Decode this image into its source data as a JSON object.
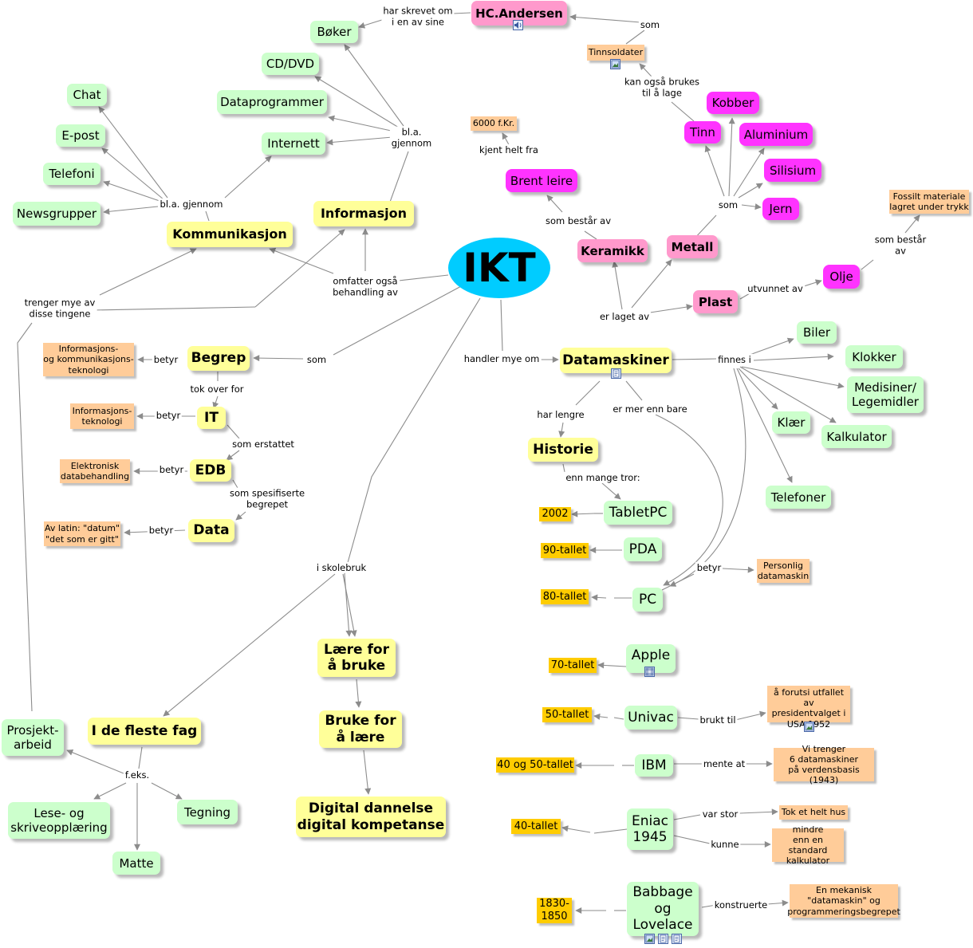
{
  "center": "IKT",
  "nodes": {
    "hc": "HC.Andersen",
    "boker": "Bøker",
    "cddvd": "CD/DVD",
    "dataprog": "Dataprogrammer",
    "internett": "Internett",
    "chat": "Chat",
    "epost": "E-post",
    "telefoni": "Telefoni",
    "newsgrupper": "Newsgrupper",
    "kommunikasjon": "Kommunikasjon",
    "informasjon": "Informasjon",
    "tinnsoldater": "Tinnsoldater",
    "kobber": "Kobber",
    "tinn": "Tinn",
    "aluminium": "Aluminium",
    "silisium": "Silisium",
    "jern": "Jern",
    "fkr": "6000 f.Kr.",
    "brentleire": "Brent leire",
    "keramikk": "Keramikk",
    "metall": "Metall",
    "plast": "Plast",
    "olje": "Olje",
    "fossilt": "Fossilt materiale\nlagret under trykk",
    "begrep": "Begrep",
    "ikt_full": "Informasjons-\nog kommunikasjons-\nteknologi",
    "it": "IT",
    "it_full": "Informasjons-\nteknologi",
    "edb": "EDB",
    "edb_full": "Elektronisk\ndatabehandling",
    "data": "Data",
    "data_full": "Av latin: \"datum\"\n\"det som er gitt\"",
    "datamaskiner": "Datamaskiner",
    "biler": "Biler",
    "klokker": "Klokker",
    "medisiner": "Medisiner/\nLegemidler",
    "klaer": "Klær",
    "kalkulator": "Kalkulator",
    "telefoner": "Telefoner",
    "historie": "Historie",
    "tabletpc": "TabletPC",
    "y2002": "2002",
    "pda": "PDA",
    "t90": "90-tallet",
    "pc": "PC",
    "t80": "80-tallet",
    "personlig": "Personlig\ndatamaskin",
    "apple": "Apple",
    "t70": "70-tallet",
    "univac": "Univac",
    "t50": "50-tallet",
    "forutsi": "å forutsi utfallet av\npresidentvalget i\nUSA 1952",
    "ibm": "IBM",
    "t4050": "40 og 50-tallet",
    "vitrenger": "Vi trenger\n6 datamaskiner\npå verdensbasis (1943)",
    "eniac": "Eniac\n1945",
    "t40": "40-tallet",
    "tokhus": "Tok et helt hus",
    "mindre": "mindre\nenn en standard\nkalkulator",
    "babbage": "Babbage\nog\nLovelace",
    "t1830": "1830-\n1850",
    "mekanisk": "En mekanisk\n\"datamaskin\" og\nprogrammeringsbegrepet",
    "laere_for": "Lære for\nå bruke",
    "bruke_for": "Bruke for\nå lære",
    "digital": "Digital dannelse\ndigital kompetanse",
    "fleste_fag": "I de fleste fag",
    "prosjekt": "Prosjekt-\narbeid",
    "lese": "Lese- og\nskriveopplæring",
    "tegning": "Tegning",
    "matte": "Matte"
  },
  "labels": {
    "har_skrevet": "har skrevet om\ni en av sine",
    "som_hc": "som",
    "kan_ogsa": "kan også brukes\ntil å lage",
    "bla_gjennom": "bl.a.\ngjennom",
    "bla_gjennom2": "bl.a. gjennom",
    "kjent": "kjent helt fra",
    "bestar_keramikk": "som består av",
    "som_metall": "som",
    "bestar_olje": "som består\nav",
    "utvunnet": "utvunnet av",
    "omfatter": "omfatter også\nbehandling av",
    "trenger": "trenger mye av\ndisse tingene",
    "laget_av": "er laget av",
    "som_begrep": "som",
    "betyr1": "betyr",
    "tok_over": "tok over for",
    "betyr2": "betyr",
    "erstattet": "som erstattet",
    "betyr3": "betyr",
    "spesifiserte": "som spesifiserte\nbegrepet",
    "betyr4": "betyr",
    "handler": "handler mye om",
    "finnes": "finnes i",
    "har_lengre": "har lengre",
    "mer_enn": "er mer enn bare",
    "mange_tror": "enn mange tror:",
    "betyr_pc": "betyr",
    "brukt_til": "brukt til",
    "mente": "mente at",
    "var_stor": "var stor",
    "kunne": "kunne",
    "konstruerte": "konstruerte",
    "skolebruk": "i skolebruk",
    "feks": "f.eks."
  },
  "colors": {
    "green": "#ccffcc",
    "yellow": "#ffff99",
    "pink": "#ff99cc",
    "magenta": "#ff33ff",
    "peach": "#ffcc99",
    "gold": "#ffcc00",
    "center": "#00ccff",
    "line": "#8c8c8c"
  },
  "icons": [
    "speaker-icon",
    "image-icon",
    "document-icon",
    "video-icon"
  ]
}
